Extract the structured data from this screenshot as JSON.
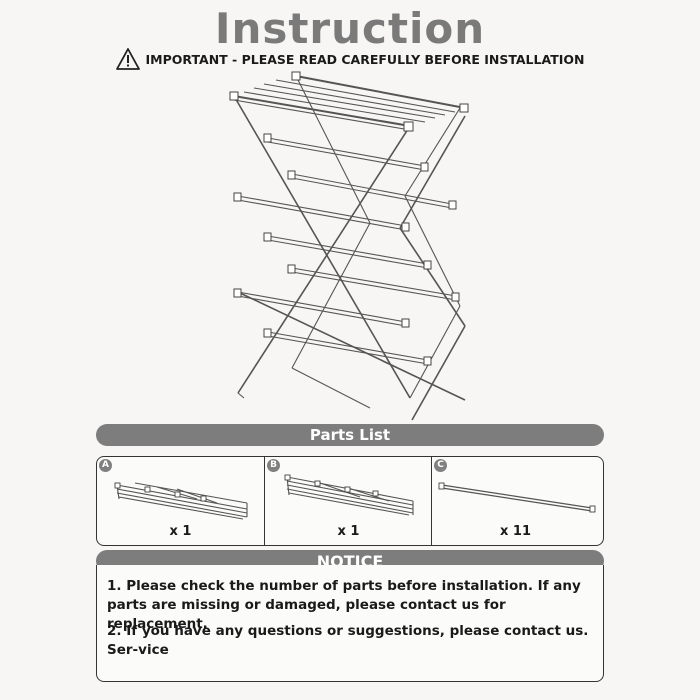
{
  "title": "Instruction",
  "warning": {
    "text": "IMPORTANT - PLEASE READ CAREFULLY BEFORE INSTALLATION",
    "icon": "warning-triangle-icon"
  },
  "parts": {
    "heading": "Parts List",
    "items": [
      {
        "letter": "A",
        "qty": "x 1"
      },
      {
        "letter": "B",
        "qty": "x 1"
      },
      {
        "letter": "C",
        "qty": "x 11"
      }
    ]
  },
  "notice": {
    "heading": "NOTICE",
    "items": [
      "1. Please check the number of parts before installation. If any parts are missing or damaged, please contact us for replacement.",
      "2. If you have any questions or suggestions, please contact us. Ser-vice"
    ]
  },
  "colors": {
    "banner": "#7d7d7d",
    "title": "#7a7a7a",
    "border": "#333333",
    "background": "#f7f6f4"
  }
}
